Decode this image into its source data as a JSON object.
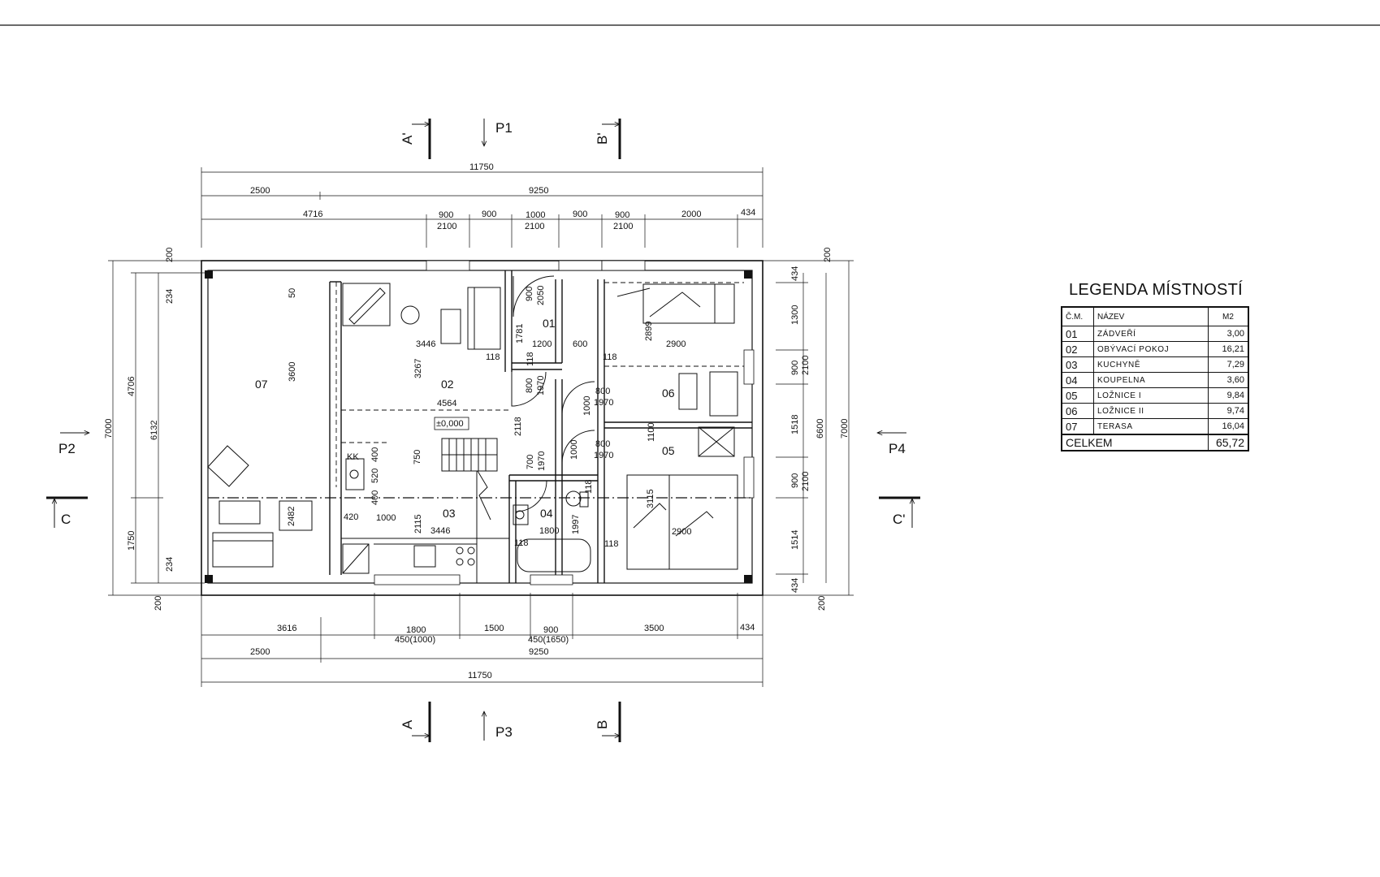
{
  "top_rule": true,
  "sections": {
    "a_top": "A'",
    "b_top": "B'",
    "a_bottom": "A",
    "b_bottom": "B",
    "c_left": "C",
    "c_right": "C'",
    "p1": "P1",
    "p2": "P2",
    "p3": "P3",
    "p4": "P4"
  },
  "dims": {
    "top_total": "11750",
    "top_left": "2500",
    "top_right": "9250",
    "top_row": [
      "4716",
      "900",
      "900",
      "1000",
      "900",
      "900",
      "2000",
      "434"
    ],
    "top_row_sub": [
      "2100",
      "2100",
      "2100"
    ],
    "bottom_row": [
      "3616",
      "1800",
      "1500",
      "900",
      "3500",
      "434"
    ],
    "bottom_row_sub": [
      "450(1000)",
      "450(1650)"
    ],
    "bottom_left": "2500",
    "bottom_right": "9250",
    "bottom_total": "11750",
    "left_total": "7000",
    "left_mid1": "4706",
    "left_mid2": "6132",
    "left_mid3": "1750",
    "left_small": [
      "200",
      "234",
      "234",
      "200"
    ],
    "right_total": "7000",
    "right_mid": "6600",
    "right_row": [
      "434",
      "1300",
      "900",
      "1518",
      "900",
      "1514",
      "434"
    ],
    "right_sub": [
      "2100",
      "2100"
    ],
    "right_small": [
      "200",
      "200"
    ]
  },
  "interior": {
    "d50": "50",
    "d3600": "3600",
    "d3446a": "3446",
    "d3267": "3267",
    "d4564": "4564",
    "level": "±0,000",
    "d118a": "118",
    "d118b": "118",
    "d118c": "118",
    "d1781": "1781",
    "d900": "900",
    "d2050": "2050",
    "d1200": "1200",
    "d600": "600",
    "d2899": "2899",
    "d2900a": "2900",
    "d800a": "800",
    "d1970a": "1970",
    "d1000a": "1000",
    "d800b": "800",
    "d1970b": "1970",
    "d2118": "2118",
    "d1100": "1100",
    "d800c": "800",
    "d1970c": "1970",
    "d1000b": "1000",
    "d750": "750",
    "d700": "700",
    "d1970d": "1970",
    "d400a": "400",
    "d520": "520",
    "d400b": "400",
    "d420": "420",
    "d1000c": "1000",
    "d2115": "2115",
    "d3446b": "3446",
    "d2482": "2482",
    "d3115": "3115",
    "d1800": "1800",
    "d1997": "1997",
    "d118d": "118",
    "d118e": "118",
    "d2900b": "2900",
    "d118f": "118",
    "kk": "KK"
  },
  "rooms": {
    "r01": "01",
    "r02": "02",
    "r03": "03",
    "r04": "04",
    "r05": "05",
    "r06": "06",
    "r07": "07"
  },
  "legend": {
    "title": "LEGENDA MÍSTNOSTÍ",
    "headers": [
      "Č.M.",
      "NÁZEV",
      "M2"
    ],
    "rows": [
      [
        "01",
        "ZÁDVEŘÍ",
        "3,00"
      ],
      [
        "02",
        "OBÝVACÍ POKOJ",
        "16,21"
      ],
      [
        "03",
        "KUCHYNĚ",
        "7,29"
      ],
      [
        "04",
        "KOUPELNA",
        "3,60"
      ],
      [
        "05",
        "LOŽNICE I",
        "9,84"
      ],
      [
        "06",
        "LOŽNICE II",
        "9,74"
      ],
      [
        "07",
        "TERASA",
        "16,04"
      ]
    ],
    "total_label": "CELKEM",
    "total_value": "65,72"
  }
}
